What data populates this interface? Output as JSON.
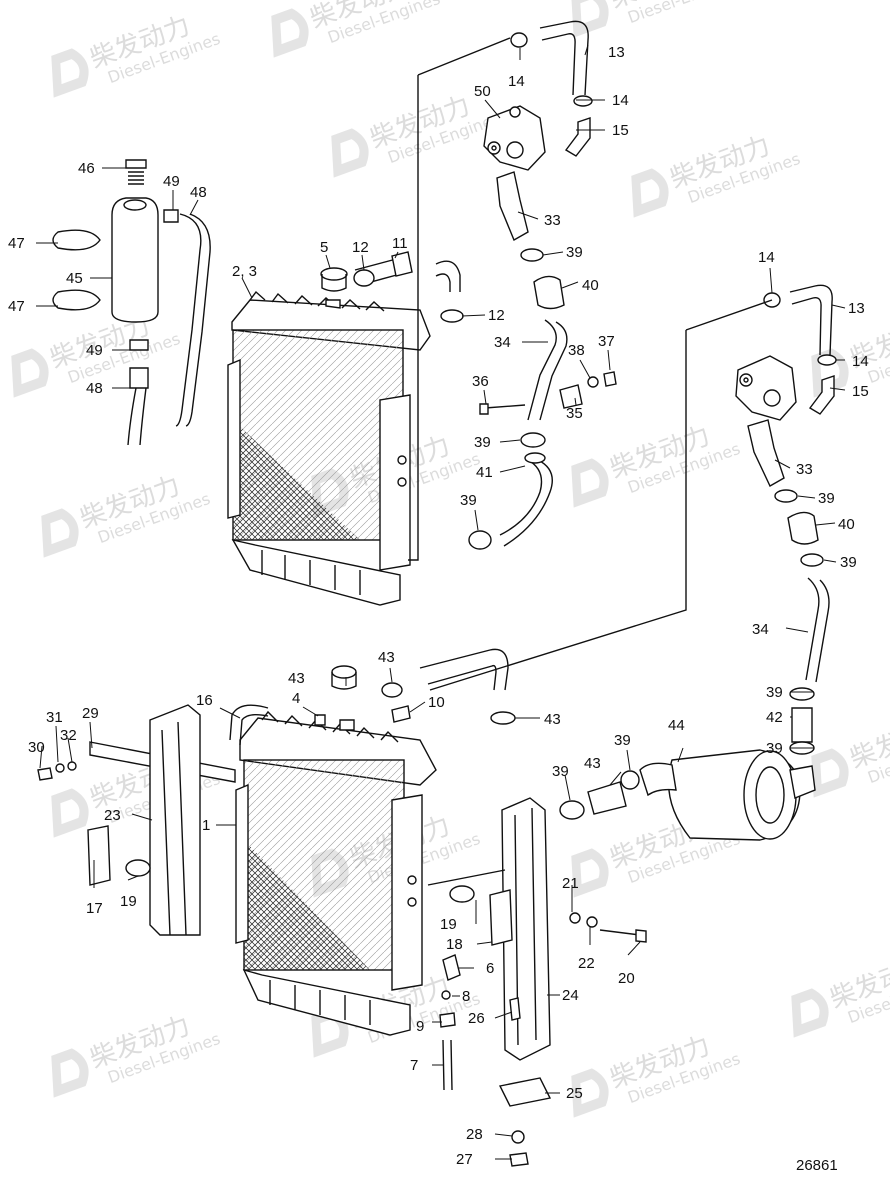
{
  "drawing_number": "26861",
  "watermark": {
    "brand": "柴发动力",
    "sub": "Diesel-Engines"
  },
  "callouts": [
    {
      "label": "13"
    },
    {
      "label": "14"
    },
    {
      "label": "14"
    },
    {
      "label": "15"
    },
    {
      "label": "50"
    },
    {
      "label": "46"
    },
    {
      "label": "49"
    },
    {
      "label": "48"
    },
    {
      "label": "47"
    },
    {
      "label": "45"
    },
    {
      "label": "47"
    },
    {
      "label": "49"
    },
    {
      "label": "48"
    },
    {
      "label": "2, 3"
    },
    {
      "label": "5"
    },
    {
      "label": "12"
    },
    {
      "label": "11"
    },
    {
      "label": "12"
    },
    {
      "label": "33"
    },
    {
      "label": "39"
    },
    {
      "label": "40"
    },
    {
      "label": "34"
    },
    {
      "label": "38"
    },
    {
      "label": "37"
    },
    {
      "label": "36"
    },
    {
      "label": "35"
    },
    {
      "label": "39"
    },
    {
      "label": "41"
    },
    {
      "label": "39"
    },
    {
      "label": "14"
    },
    {
      "label": "13"
    },
    {
      "label": "14"
    },
    {
      "label": "15"
    },
    {
      "label": "33"
    },
    {
      "label": "39"
    },
    {
      "label": "40"
    },
    {
      "label": "39"
    },
    {
      "label": "34"
    },
    {
      "label": "43"
    },
    {
      "label": "43"
    },
    {
      "label": "16"
    },
    {
      "label": "4"
    },
    {
      "label": "10"
    },
    {
      "label": "43"
    },
    {
      "label": "31"
    },
    {
      "label": "29"
    },
    {
      "label": "32"
    },
    {
      "label": "30"
    },
    {
      "label": "23"
    },
    {
      "label": "1"
    },
    {
      "label": "39"
    },
    {
      "label": "42"
    },
    {
      "label": "44"
    },
    {
      "label": "39"
    },
    {
      "label": "39"
    },
    {
      "label": "43"
    },
    {
      "label": "39"
    },
    {
      "label": "17"
    },
    {
      "label": "19"
    },
    {
      "label": "21"
    },
    {
      "label": "19"
    },
    {
      "label": "18"
    },
    {
      "label": "22"
    },
    {
      "label": "20"
    },
    {
      "label": "6"
    },
    {
      "label": "24"
    },
    {
      "label": "8"
    },
    {
      "label": "26"
    },
    {
      "label": "9"
    },
    {
      "label": "7"
    },
    {
      "label": "25"
    },
    {
      "label": "28"
    },
    {
      "label": "27"
    }
  ]
}
